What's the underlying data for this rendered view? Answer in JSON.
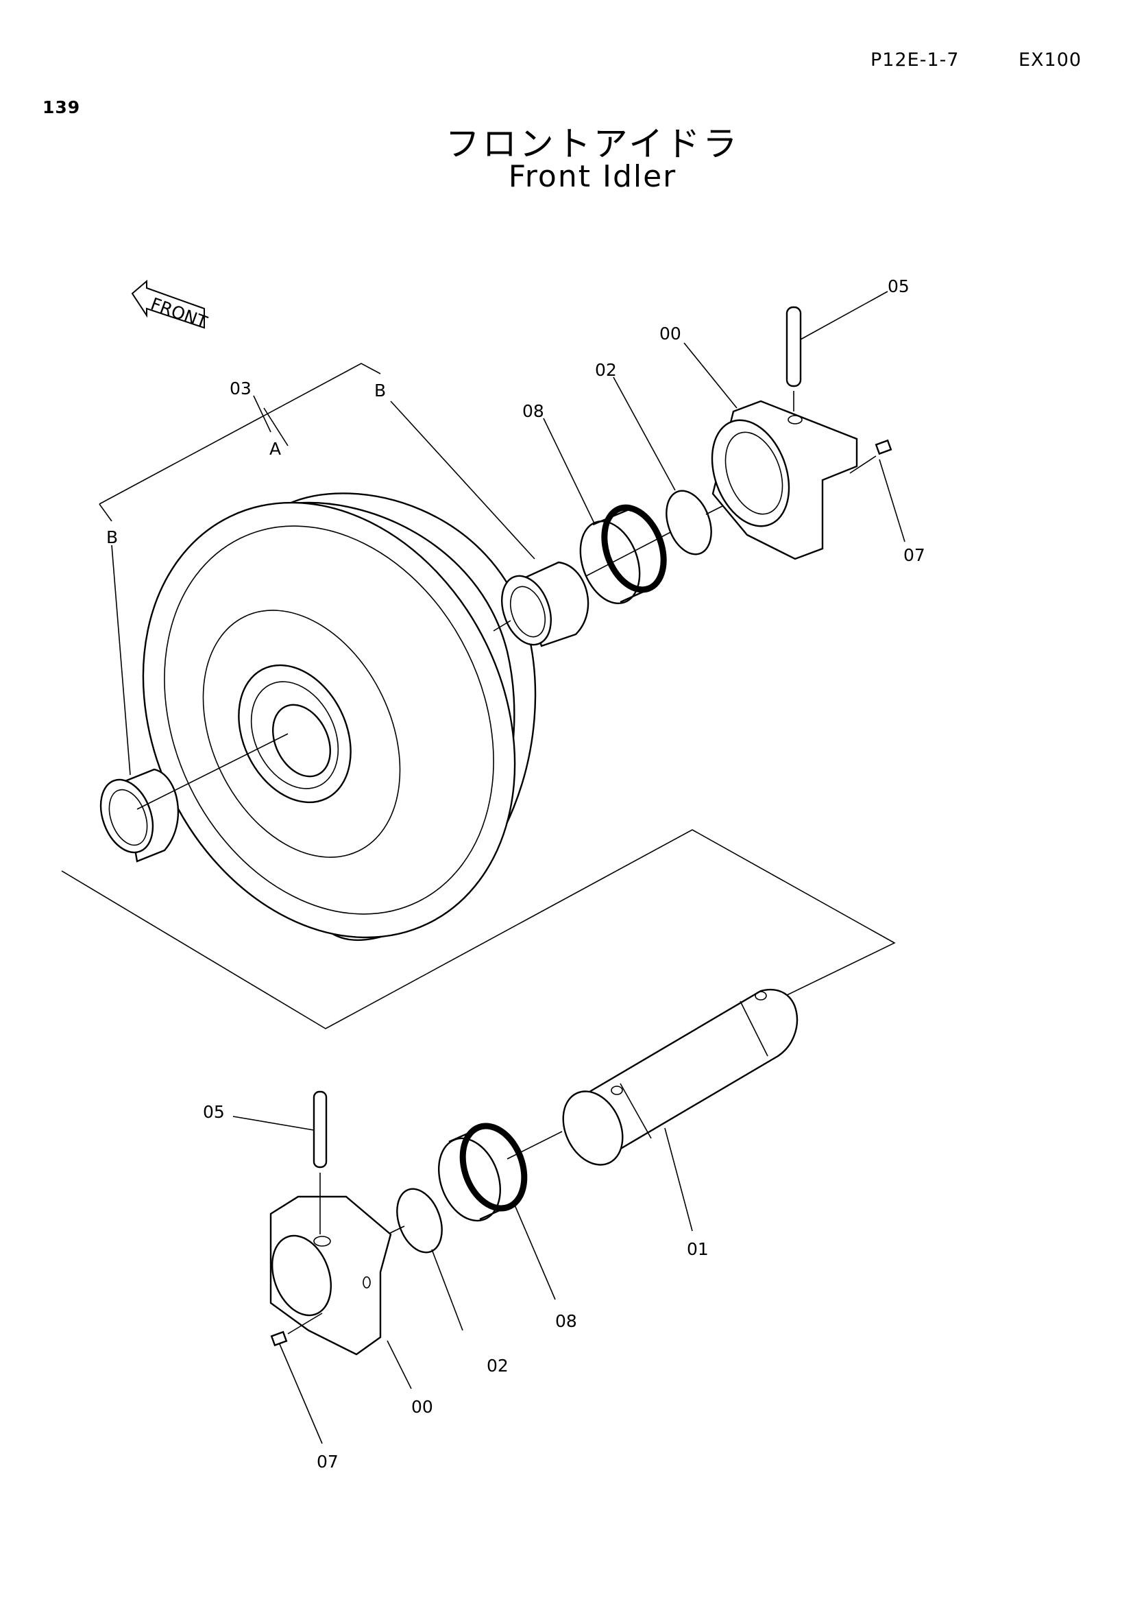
{
  "page_number": "139",
  "ref_code": "P12E-1-7",
  "model": "EX100",
  "title_jp": "フロントアイドラ",
  "title_en": "Front Idler",
  "front_arrow_text": "FRONT",
  "callouts": {
    "c05_top": "05",
    "c00_top": "00",
    "c02_top": "02",
    "c08_top": "08",
    "c07_top": "07",
    "c03": "03",
    "cA": "A",
    "cB_top": "B",
    "cB_left": "B",
    "c05_bot": "05",
    "c02_bot": "02",
    "c08_bot": "08",
    "c01": "01",
    "c00_bot": "00",
    "c07_bot": "07"
  }
}
